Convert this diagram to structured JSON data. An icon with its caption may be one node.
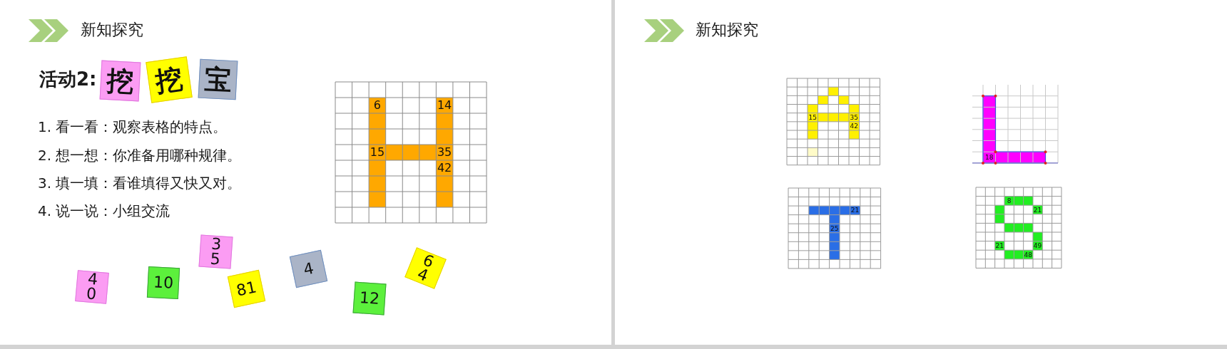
{
  "diagram": {
    "nodes": [
      {
        "text": [
          "挖"
        ]
      },
      {
        "text": [
          "挖"
        ]
      },
      {
        "text": [
          "宝"
        ]
      },
      {
        "text": [
          "4 0"
        ]
      },
      {
        "text": [
          "10"
        ]
      },
      {
        "text": [
          "3 5"
        ]
      },
      {
        "text": [
          "81"
        ]
      },
      {
        "text": [
          "4"
        ]
      },
      {
        "text": [
          "12"
        ]
      },
      {
        "text": [
          "6 4"
        ]
      }
    ],
    "labels": [
      "新知探究",
      "活动2:",
      "1. 看一看：观察表格的特点。",
      "2. 想一想：你准备用哪种规律。",
      "3. 填一填：看谁填得又快又对。",
      "4. 说一说：小组交流",
      "6",
      "14",
      "15",
      "35",
      "42",
      "新知探究",
      "15",
      "35",
      "42",
      "18",
      "21",
      "25",
      "8",
      "21",
      "21",
      "49",
      "48"
    ]
  }
}
